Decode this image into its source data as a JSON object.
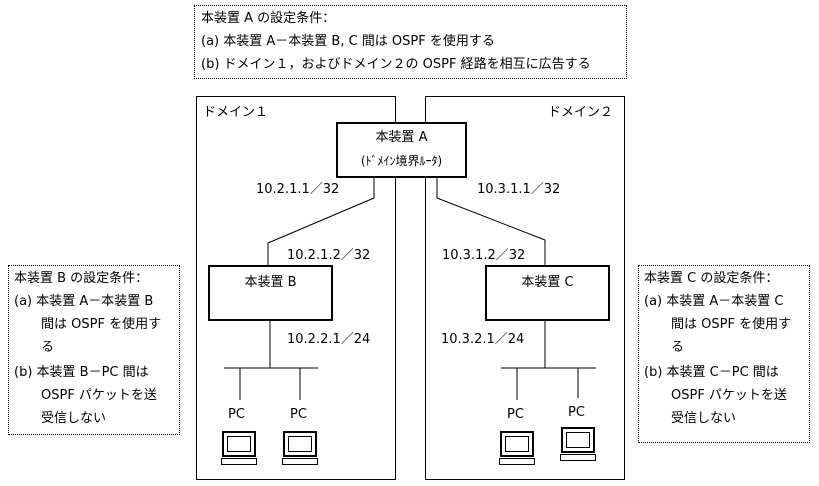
{
  "condition_a": {
    "title": "本装置 A の設定条件：",
    "line1": "(a) 本装置 A－本装置 B, C 間は OSPF を使用する",
    "line2": "(b) ドメイン１，およびドメイン２の OSPF 経路を相互に広告する"
  },
  "condition_b": {
    "title": "本装置 B の設定条件：",
    "a1": "(a) 本装置 A－本装置 B",
    "a2": "間は OSPF を使用す",
    "a3": "る",
    "b1": "(b) 本装置 B－PC 間は",
    "b2": "OSPF パケットを送",
    "b3": "受信しない"
  },
  "condition_c": {
    "title": "本装置 C の設定条件：",
    "a1": "(a) 本装置 A－本装置 C",
    "a2": "間は OSPF を使用す",
    "a3": "る",
    "b1": "(b) 本装置 C－PC 間は",
    "b2": "OSPF パケットを送",
    "b3": "受信しない"
  },
  "domain1": {
    "label": "ドメイン１"
  },
  "domain2": {
    "label": "ドメイン２"
  },
  "device_a": {
    "name": "本装置 A",
    "role": "(ﾄﾞﾒｲﾝ境界ﾙｰﾀ)"
  },
  "device_b": {
    "name": "本装置 B"
  },
  "device_c": {
    "name": "本装置 C"
  },
  "addresses": {
    "a_to_b": "10.2.1.1／32",
    "a_to_c": "10.3.1.1／32",
    "b_up": "10.2.1.2／32",
    "c_up": "10.3.1.2／32",
    "b_lan": "10.2.2.1／24",
    "c_lan": "10.3.2.1／24"
  },
  "pc_label": "PC"
}
